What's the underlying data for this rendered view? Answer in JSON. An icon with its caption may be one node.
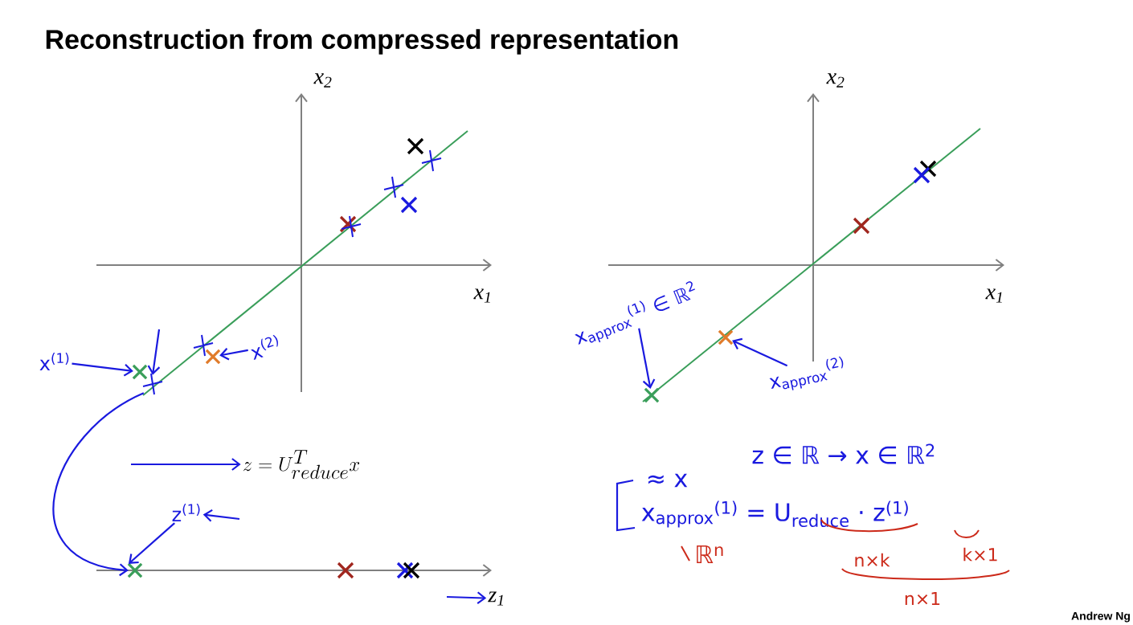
{
  "diagram": {
    "title": "Reconstruction from compressed representation",
    "nodes": [
      {
        "text": [
          "x$^{(1)}$"
        ]
      },
      {
        "text": [],
        "shape": "cross"
      },
      {
        "text": [],
        "shape": "cross"
      },
      {
        "text": [
          "x$^{(2)}$"
        ]
      },
      {
        "text": [],
        "shape": "cross"
      },
      {
        "text": [],
        "shape": "cross"
      },
      {
        "text": [
          "z$^{(1)}$"
        ]
      },
      {
        "text": [
          "z = U^{T}_{reduce} x"
        ]
      },
      {
        "text": [
          "z$_{1}$"
        ]
      },
      {
        "text": [
          "x$_{approx}$$^{(1)}$ ∈ ℝ$^{2}$"
        ]
      },
      {
        "text": [],
        "shape": "cross"
      },
      {
        "text": [
          "x$_{approx}$$^{(2)}$"
        ]
      },
      {
        "text": [],
        "shape": "cross"
      }
    ],
    "edges": [
      {
        "from": 0,
        "to": 1,
        "arrow": "to"
      },
      {
        "from": null,
        "to": 2,
        "arrow": "to"
      },
      {
        "from": 3,
        "to": 4,
        "arrow": "to"
      },
      {
        "from": 2,
        "to": 5,
        "arrow": "to"
      },
      {
        "from": 6,
        "to": 5,
        "arrow": "to"
      },
      {
        "from": null,
        "to": 6,
        "arrow": "to"
      },
      {
        "from": null,
        "to": 7,
        "arrow": "to"
      },
      {
        "from": null,
        "to": 8,
        "arrow": "to"
      },
      {
        "from": 9,
        "to": 10,
        "arrow": "to"
      },
      {
        "from": 11,
        "to": 12,
        "arrow": "to"
      }
    ],
    "labels": [
      "x$_{2}$",
      "x$_{1}$",
      "x$_{2}$",
      "x$_{1}$",
      "z ∈ ℝ → x ∈ ℝ$^{2}$",
      "≈ x",
      "x$_{approx}$$^{(1)}$ = U$_{reduce}$ · z$^{(1)}$",
      "ℝ$^{n}$",
      "n×k",
      "k×1",
      "n×1",
      "Andrew Ng"
    ]
  }
}
